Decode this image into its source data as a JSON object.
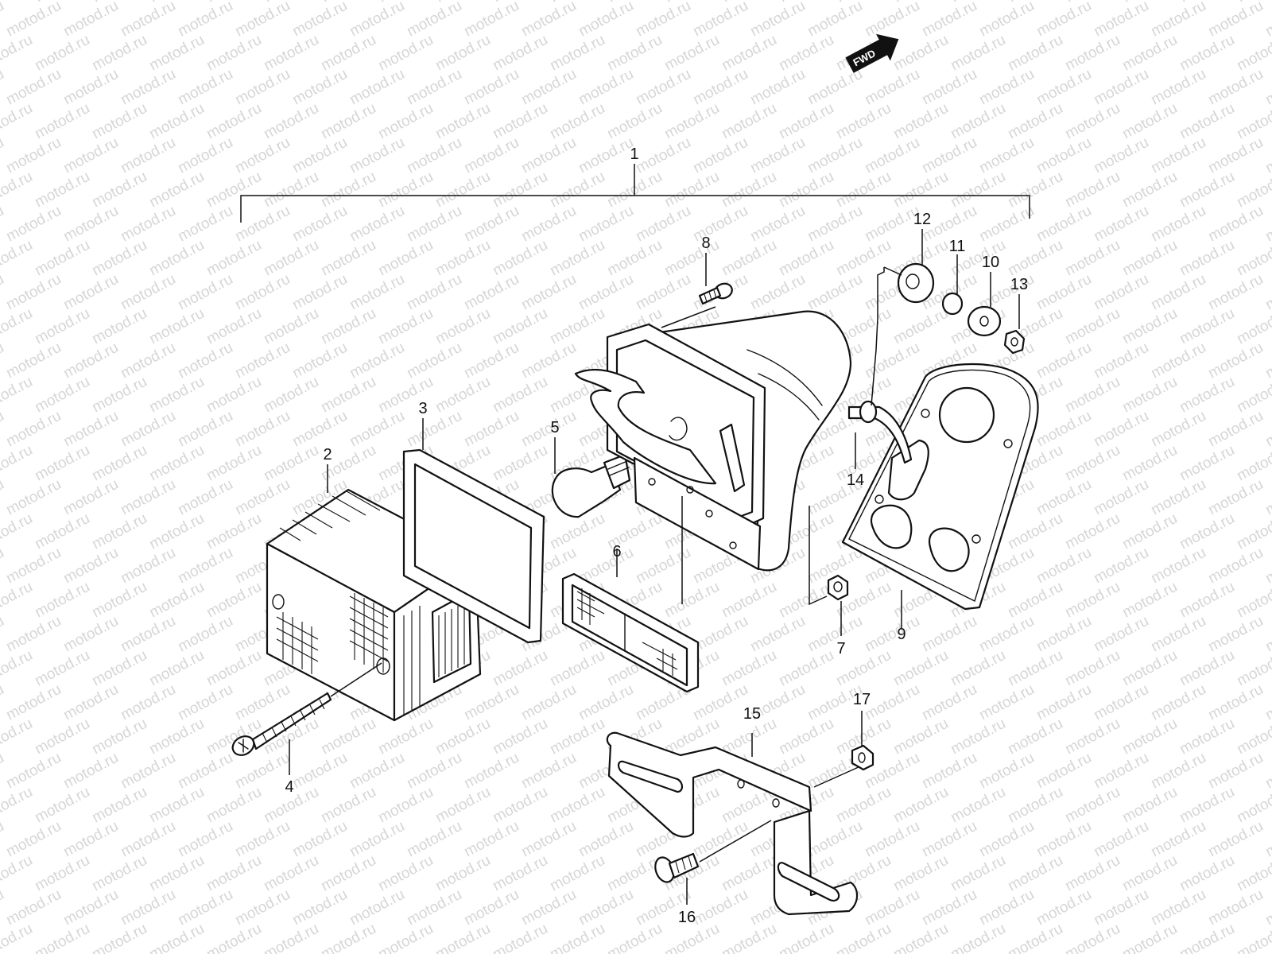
{
  "watermark": "motod.ru",
  "fwd_label": "FWD",
  "callouts": {
    "c1": "1",
    "c2": "2",
    "c3": "3",
    "c4": "4",
    "c5": "5",
    "c6": "6",
    "c7": "7",
    "c8": "8",
    "c9": "9",
    "c10": "10",
    "c11": "11",
    "c12": "12",
    "c13": "13",
    "c14": "14",
    "c15": "15",
    "c16": "16",
    "c17": "17"
  }
}
